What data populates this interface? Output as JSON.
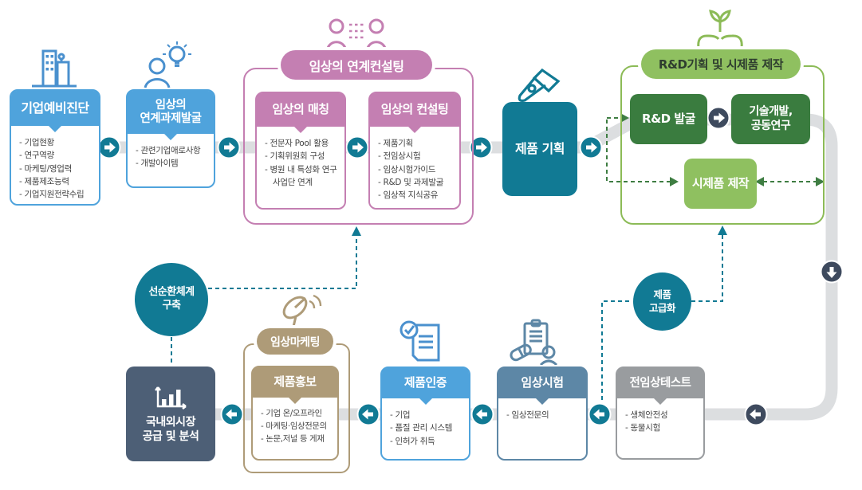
{
  "colors": {
    "blue": "#4FA3DC",
    "teal": "#117A94",
    "pink": "#C47FB2",
    "dark-green": "#3A7C3F",
    "light-green": "#8FC060",
    "green-border": "#8CBB57",
    "slate": "#4D5F76",
    "steel": "#5D87A6",
    "gray": "#999C9F",
    "tan": "#AE9B78",
    "dark-arrow": "#3E4A5E",
    "flow": "#DCDEE0",
    "text": "#444444",
    "dash-green": "#3E7D42",
    "green-pill-text": "#2f3e2f"
  },
  "top": {
    "diagnosis": {
      "title": "기업예비진단",
      "items": [
        "기업현황",
        "연구역량",
        "마케팅/영업력",
        "제품제조능력",
        "기업지원전략수립"
      ]
    },
    "discovery": {
      "title1": "임상의",
      "title2": "연계과제발굴",
      "items": [
        "관련기업애로사항",
        "개발아이템"
      ]
    },
    "consult_group": {
      "title": "임상의 연계컨설팅",
      "matching": {
        "title": "임상의 매칭",
        "items": [
          "전문자 Pool 활용",
          "기획위원회 구성",
          "병원 내 특성화 연구사업단 연계"
        ]
      },
      "consulting": {
        "title": "임상의 컨설팅",
        "items": [
          "제품기획",
          "전임상시험",
          "임상시험가이드",
          "R&D 및 과제발굴",
          "임상적 지식공유"
        ]
      }
    },
    "planning": {
      "title": "제품 기획"
    },
    "rnd_group": {
      "title": "R&D기획 및 시제품 제작",
      "discovery": "R&D 발굴",
      "techdev1": "기술개발,",
      "techdev2": "공동연구",
      "prototype": "시제품 제작"
    }
  },
  "circles": {
    "cycle1": "선순환체계",
    "cycle2": "구축",
    "upgrade1": "제품",
    "upgrade2": "고급화"
  },
  "bottom": {
    "market": {
      "title1": "국내외시장",
      "title2": "공급 및 분석"
    },
    "marketing_group": {
      "title": "임상마케팅",
      "promotion": {
        "title": "제품홍보",
        "items": [
          "기업 온/오프라인",
          "마케팅·임상전문의",
          "논문,저널 등 게재"
        ]
      }
    },
    "certification": {
      "title": "제품인증",
      "items": [
        "기업",
        "품질 관리 시스템",
        "인허가 취득"
      ]
    },
    "trial": {
      "title": "임상시험",
      "items": [
        "임상전문의"
      ]
    },
    "preclinical": {
      "title": "전임상테스트",
      "items": [
        "생체안전성",
        "동물시험"
      ]
    }
  }
}
